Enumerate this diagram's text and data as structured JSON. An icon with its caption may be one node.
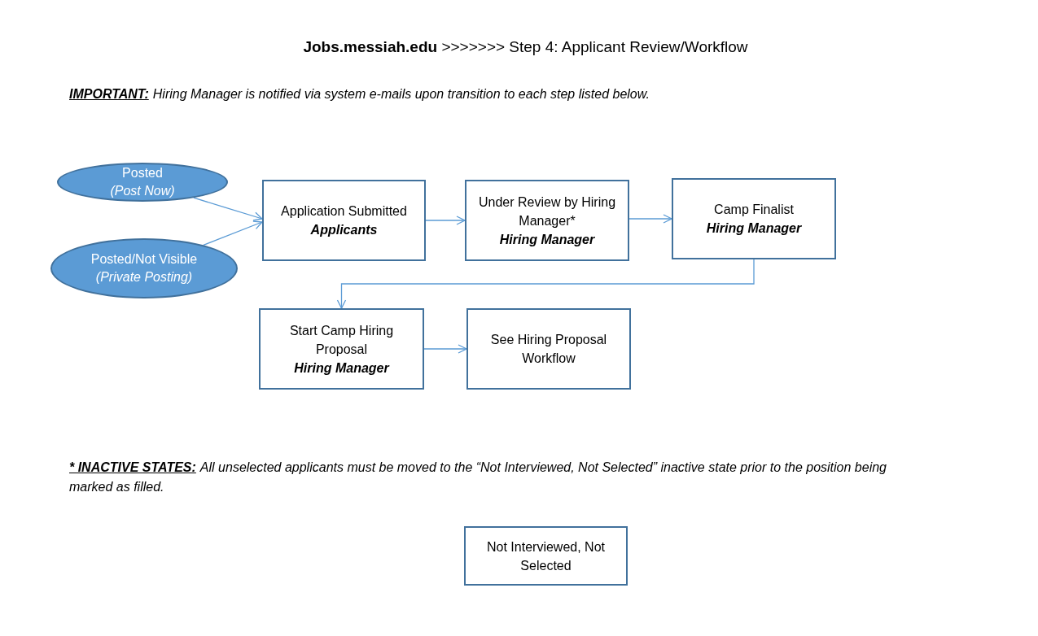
{
  "diagram": {
    "title": "**Jobs.messiah.edu** >>>>>>> Step 4: Applicant Review/Workflow",
    "nodes": [
      {
        "text": [
          "Posted",
          "(Post Now)"
        ]
      },
      {
        "text": [
          "Posted/Not Visible",
          "(Private Posting)"
        ]
      },
      {
        "text": [
          "Application Submitted",
          "Applicants"
        ]
      },
      {
        "text": [
          "Under Review by Hiring Manager*",
          "Hiring Manager"
        ]
      },
      {
        "text": [
          "Camp Finalist",
          "Hiring Manager"
        ]
      },
      {
        "text": [
          "Start Camp Hiring Proposal",
          "Hiring Manager"
        ]
      },
      {
        "text": [
          "See Hiring Proposal Workflow"
        ]
      },
      {
        "text": [
          "Not Interviewed, Not Selected"
        ]
      }
    ],
    "edges": [
      {
        "from": 0,
        "to": 2,
        "arrow": "to"
      },
      {
        "from": 1,
        "to": 2,
        "arrow": "to"
      },
      {
        "from": 2,
        "to": 3,
        "arrow": "to"
      },
      {
        "from": 3,
        "to": 4,
        "arrow": "to"
      },
      {
        "from": 4,
        "to": 5,
        "arrow": "to"
      },
      {
        "from": 5,
        "to": 6,
        "arrow": "to"
      }
    ],
    "labels": [
      "IMPORTANT:",
      "Hiring Manager is notified via system e-mails upon transition to each step listed below.",
      "* INACTIVE STATES:",
      "All unselected applicants must be moved to the “Not Interviewed, Not Selected” inactive state prior to the position being marked as filled."
    ]
  }
}
